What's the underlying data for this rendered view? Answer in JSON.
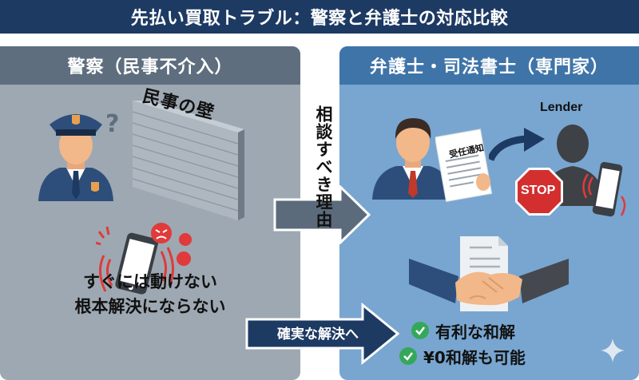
{
  "title": "先払い買取トラブル：警察と弁護士の対応比較",
  "left_panel": {
    "header": "警察（民事不介入）",
    "wall_label": "民事の壁",
    "caption_line1": "すぐには動けない",
    "caption_line2": "根本解決にならない",
    "icons": [
      "police-officer-icon",
      "question-mark-icon",
      "brick-wall-icon",
      "ringing-phone-icon",
      "angry-face-icon"
    ]
  },
  "middle": {
    "vertical_text": "相談すべき理由",
    "bottom_arrow_label": "確実な解決へ"
  },
  "right_panel": {
    "header": "弁護士・司法書士（専門家）",
    "notice_label": "受任通知",
    "lender_label": "Lender",
    "stop_label": "STOP",
    "benefits": [
      "有利な和解",
      "¥0和解も可能"
    ],
    "icons": [
      "lawyer-icon",
      "document-icon",
      "curved-arrow-icon",
      "lender-silhouette-icon",
      "stop-sign-icon",
      "phone-icon",
      "handshake-icon",
      "check-icon",
      "sparkle-icon"
    ]
  },
  "colors": {
    "title_bg": "#1d3a63",
    "left_panel_bg": "#9ea8b2",
    "left_header_bg": "#5e6e7e",
    "right_panel_bg": "#78a6d0",
    "right_header_bg": "#3f74a8",
    "alert_red": "#e03a3a",
    "check_green": "#34a85a",
    "arrow_navy": "#1d3a63",
    "arrow_gray": "#5b6b7b"
  }
}
